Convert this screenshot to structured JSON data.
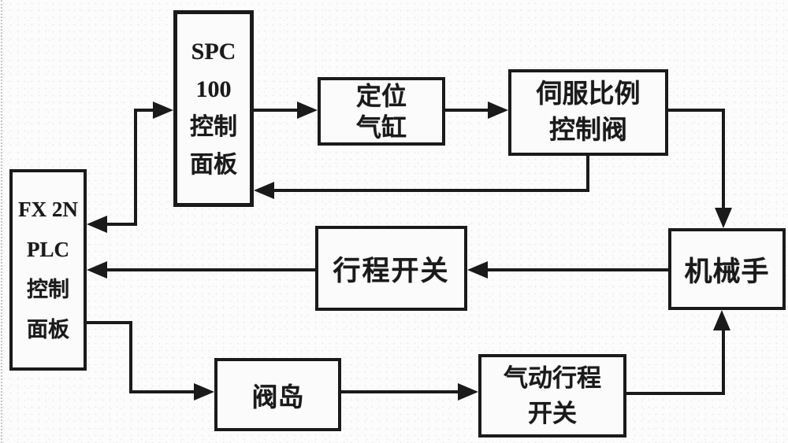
{
  "figure": {
    "type": "block-diagram",
    "background_color": "#fcfcfc",
    "ink_color": "#1a1a1a",
    "nodes": {
      "spc_panel": {
        "label": "SPC 100 控制面板",
        "lines": [
          "SPC",
          "100",
          "控制",
          "面板"
        ]
      },
      "positioning_cylinder": {
        "label": "定位气缸",
        "lines": [
          "定位",
          "气缸"
        ]
      },
      "servo_proportional_valve": {
        "label": "伺服比例控制阀",
        "lines": [
          "伺服比例",
          "控制阀"
        ]
      },
      "fx2n_plc_panel": {
        "label": "FX 2N PLC 控制面板",
        "lines": [
          "FX 2N",
          "PLC",
          "控制",
          "面板"
        ]
      },
      "travel_switch": {
        "label": "行程开关",
        "lines": [
          "行程开关"
        ]
      },
      "manipulator": {
        "label": "机械手",
        "lines": [
          "机械手"
        ]
      },
      "valve_island": {
        "label": "阀岛",
        "lines": [
          "阀岛"
        ]
      },
      "pneumatic_travel_switch": {
        "label": "气动行程开关",
        "lines": [
          "气动行程",
          "开关"
        ]
      }
    },
    "edges": [
      {
        "from": "fx2n_plc_panel",
        "to": "spc_panel",
        "direction": "bidirectional"
      },
      {
        "from": "spc_panel",
        "to": "positioning_cylinder",
        "direction": "forward"
      },
      {
        "from": "positioning_cylinder",
        "to": "servo_proportional_valve",
        "direction": "forward"
      },
      {
        "from": "servo_proportional_valve",
        "to": "manipulator",
        "direction": "forward"
      },
      {
        "from": "servo_proportional_valve",
        "to": "spc_panel",
        "direction": "forward"
      },
      {
        "from": "manipulator",
        "to": "travel_switch",
        "direction": "forward"
      },
      {
        "from": "travel_switch",
        "to": "fx2n_plc_panel",
        "direction": "forward"
      },
      {
        "from": "fx2n_plc_panel",
        "to": "valve_island",
        "direction": "forward"
      },
      {
        "from": "valve_island",
        "to": "pneumatic_travel_switch",
        "direction": "forward"
      },
      {
        "from": "pneumatic_travel_switch",
        "to": "manipulator",
        "direction": "forward"
      }
    ]
  }
}
